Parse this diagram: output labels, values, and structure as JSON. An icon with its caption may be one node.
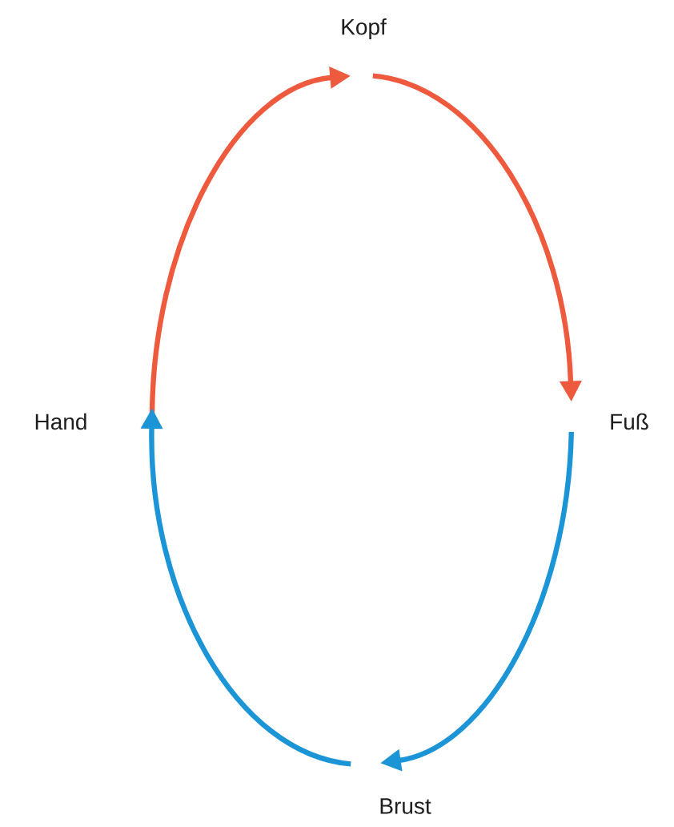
{
  "diagram": {
    "nodes": [
      {
        "text": [
          "Kopf"
        ]
      },
      {
        "text": [
          "Fuß"
        ]
      },
      {
        "text": [
          "Brust"
        ]
      },
      {
        "text": [
          "Hand"
        ]
      }
    ],
    "edges": [
      {
        "from": 3,
        "to": 0,
        "arrow": "to",
        "color": "#ee5a3d"
      },
      {
        "from": 0,
        "to": 1,
        "arrow": "to",
        "color": "#ee5a3d"
      },
      {
        "from": 1,
        "to": 2,
        "arrow": "to",
        "color": "#1b95d5"
      },
      {
        "from": 2,
        "to": 3,
        "arrow": "to",
        "color": "#1b95d5"
      }
    ]
  }
}
